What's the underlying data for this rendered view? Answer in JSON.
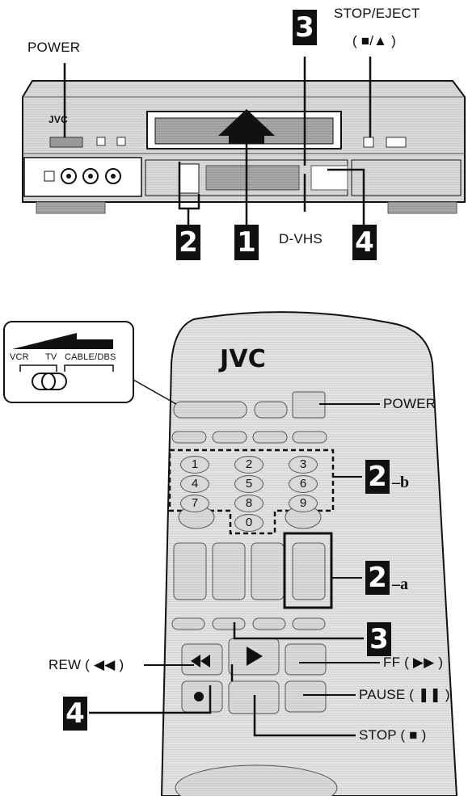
{
  "vcr": {
    "labels": {
      "power": "POWER",
      "stop_eject": "STOP/EJECT",
      "stop_eject_symbol": "( ■/▲ )",
      "dvhs": "D-VHS"
    },
    "brand": "JVC",
    "steps": [
      "1",
      "2",
      "3",
      "4"
    ]
  },
  "remote": {
    "brand": "JVC",
    "switch_labels": {
      "vcr": "VCR",
      "tv": "TV",
      "cable": "CABLE/DBS"
    },
    "keypad": [
      "1",
      "2",
      "3",
      "4",
      "5",
      "6",
      "7",
      "8",
      "9",
      "0"
    ],
    "labels": {
      "power": "POWER",
      "rew": "REW ( ◀◀ )",
      "ff": "FF ( ▶▶ )",
      "pause": "PAUSE ( ❚❚ )",
      "stop": "STOP ( ■ )"
    },
    "steps": {
      "keypad": "2",
      "keypad_suffix": "–b",
      "channel": "2",
      "channel_suffix": "–a",
      "three": "3",
      "four": "4"
    }
  },
  "colors": {
    "body": "#d4d4d4",
    "dark": "#111111",
    "accent": "#ffffff"
  }
}
